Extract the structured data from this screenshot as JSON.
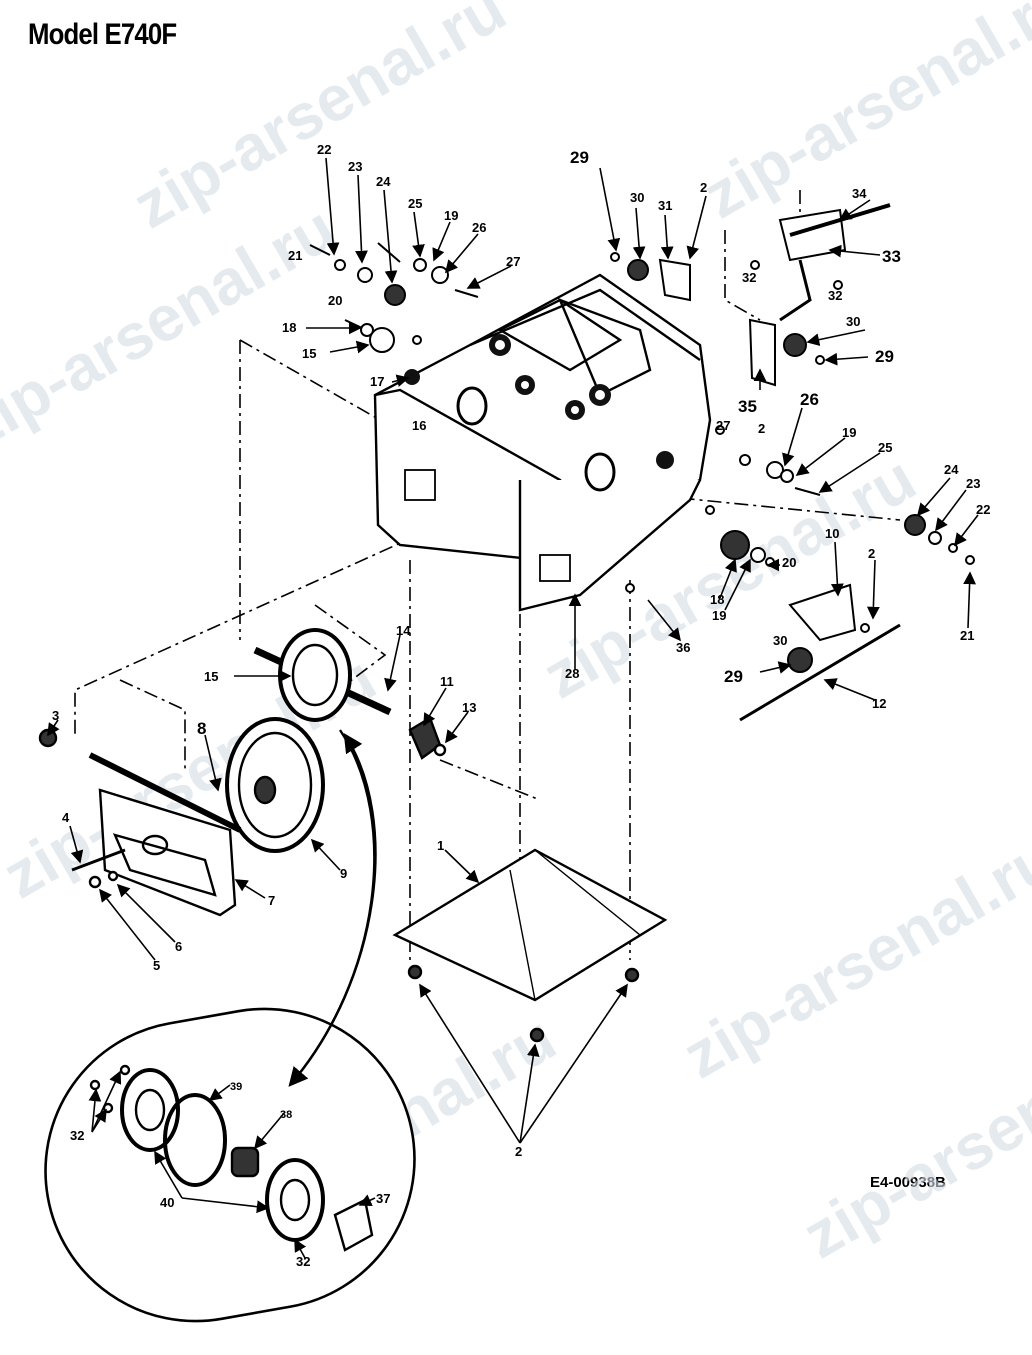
{
  "title": "Model E740F",
  "drawing_code": "E4-00938B",
  "watermark": "zip-arsenal.ru",
  "callouts": [
    {
      "id": "c22a",
      "text": "22"
    },
    {
      "id": "c23a",
      "text": "23"
    },
    {
      "id": "c24a",
      "text": "24"
    },
    {
      "id": "c25a",
      "text": "25"
    },
    {
      "id": "c19a",
      "text": "19"
    },
    {
      "id": "c26a",
      "text": "26"
    },
    {
      "id": "c21a",
      "text": "21"
    },
    {
      "id": "c27a",
      "text": "27"
    },
    {
      "id": "c20a",
      "text": "20"
    },
    {
      "id": "c18a",
      "text": "18"
    },
    {
      "id": "c15a",
      "text": "15"
    },
    {
      "id": "c17a",
      "text": "17"
    },
    {
      "id": "c16a",
      "text": "16"
    },
    {
      "id": "c29a",
      "text": "29"
    },
    {
      "id": "c30a",
      "text": "30"
    },
    {
      "id": "c31a",
      "text": "31"
    },
    {
      "id": "c2a",
      "text": "2"
    },
    {
      "id": "c34a",
      "text": "34"
    },
    {
      "id": "c33a",
      "text": "33"
    },
    {
      "id": "c32a",
      "text": "32"
    },
    {
      "id": "c32b",
      "text": "32"
    },
    {
      "id": "c30b",
      "text": "30"
    },
    {
      "id": "c29b",
      "text": "29"
    },
    {
      "id": "c35a",
      "text": "35"
    },
    {
      "id": "c2b",
      "text": "2"
    },
    {
      "id": "c26b",
      "text": "26"
    },
    {
      "id": "c27b",
      "text": "27"
    },
    {
      "id": "c19b",
      "text": "19"
    },
    {
      "id": "c25b",
      "text": "25"
    },
    {
      "id": "c24b",
      "text": "24"
    },
    {
      "id": "c23b",
      "text": "23"
    },
    {
      "id": "c22b",
      "text": "22"
    },
    {
      "id": "c10a",
      "text": "10"
    },
    {
      "id": "c2c",
      "text": "2"
    },
    {
      "id": "c20b",
      "text": "20"
    },
    {
      "id": "c18b",
      "text": "18"
    },
    {
      "id": "c19c",
      "text": "19"
    },
    {
      "id": "c21b",
      "text": "21"
    },
    {
      "id": "c36a",
      "text": "36"
    },
    {
      "id": "c28a",
      "text": "28"
    },
    {
      "id": "c30c",
      "text": "30"
    },
    {
      "id": "c29c",
      "text": "29"
    },
    {
      "id": "c12a",
      "text": "12"
    },
    {
      "id": "c14a",
      "text": "14"
    },
    {
      "id": "c15b",
      "text": "15"
    },
    {
      "id": "c11a",
      "text": "11"
    },
    {
      "id": "c13a",
      "text": "13"
    },
    {
      "id": "c3a",
      "text": "3"
    },
    {
      "id": "c8a",
      "text": "8"
    },
    {
      "id": "c4a",
      "text": "4"
    },
    {
      "id": "c9a",
      "text": "9"
    },
    {
      "id": "c7a",
      "text": "7"
    },
    {
      "id": "c6a",
      "text": "6"
    },
    {
      "id": "c5a",
      "text": "5"
    },
    {
      "id": "c1a",
      "text": "1"
    },
    {
      "id": "c2d",
      "text": "2"
    },
    {
      "id": "c39a",
      "text": "39"
    },
    {
      "id": "c38a",
      "text": "38"
    },
    {
      "id": "c32c",
      "text": "32"
    },
    {
      "id": "c40a",
      "text": "40"
    },
    {
      "id": "c37a",
      "text": "37"
    },
    {
      "id": "c32d",
      "text": "32"
    }
  ]
}
